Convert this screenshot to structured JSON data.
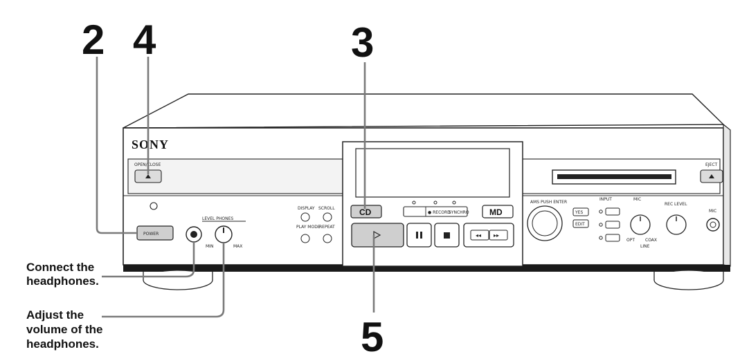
{
  "steps": [
    "2",
    "4",
    "3",
    "5"
  ],
  "captions": {
    "headphones_line1": "Connect the",
    "headphones_line2": "headphones.",
    "volume_line1": "Adjust the",
    "volume_line2": "volume of the",
    "volume_line3": "headphones."
  },
  "device": {
    "brand": "SONY",
    "open_close_label": "OPEN/CLOSE",
    "eject_label": "EJECT",
    "power_label": "POWER",
    "phones_level_label": "LEVEL PHONES",
    "min_label": "MIN",
    "max_label": "MAX",
    "display_label": "DISPLAY",
    "scroll_label": "SCROLL",
    "play_mode_label": "PLAY MODE",
    "repeat_label": "REPEAT",
    "cd_button": "CD",
    "md_button": "MD",
    "record_label": "● RECORD",
    "synchro_label": "SYNCHRO",
    "amsPush_label": "AMS PUSH ENTER",
    "yes_label": "YES",
    "input_label": "INPUT",
    "edit_label": "EDIT",
    "rec_level_label": "REC LEVEL",
    "mic_label": "MIC",
    "opt_label": "OPT",
    "coax_label": "COAX",
    "line_label": "LINE"
  },
  "icons": [
    "play-icon",
    "pause-icon",
    "stop-icon",
    "rewind-icon",
    "fast-forward-icon",
    "eject-icon"
  ]
}
